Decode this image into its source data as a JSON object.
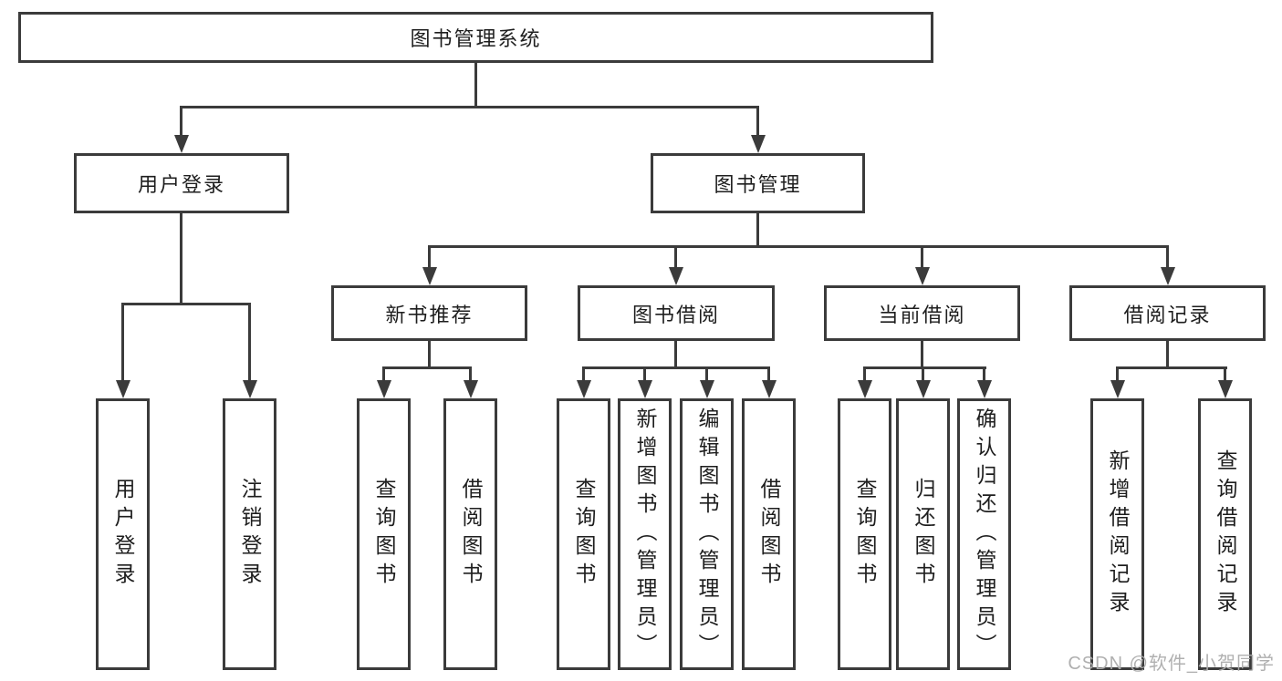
{
  "diagram": {
    "root": {
      "label": "图书管理系统"
    },
    "branches": [
      {
        "label": "用户登录",
        "children": [
          {
            "label": "用户登录"
          },
          {
            "label": "注销登录"
          }
        ]
      },
      {
        "label": "图书管理",
        "children": [
          {
            "label": "新书推荐",
            "children": [
              {
                "label": "查询图书"
              },
              {
                "label": "借阅图书"
              }
            ]
          },
          {
            "label": "图书借阅",
            "children": [
              {
                "label": "查询图书"
              },
              {
                "label": "新增图书（管理员）"
              },
              {
                "label": "编辑图书（管理员）"
              },
              {
                "label": "借阅图书"
              }
            ]
          },
          {
            "label": "当前借阅",
            "children": [
              {
                "label": "查询图书"
              },
              {
                "label": "归还图书"
              },
              {
                "label": "确认归还（管理员）"
              }
            ]
          },
          {
            "label": "借阅记录",
            "children": [
              {
                "label": "新增借阅记录"
              },
              {
                "label": "查询借阅记录"
              }
            ]
          }
        ]
      }
    ]
  },
  "watermark": {
    "text": "CSDN @软件_小贺同学"
  },
  "colors": {
    "line": "#3b3b3b",
    "text": "#1e1e1e",
    "background": "#ffffff",
    "watermark": "#acacac"
  }
}
